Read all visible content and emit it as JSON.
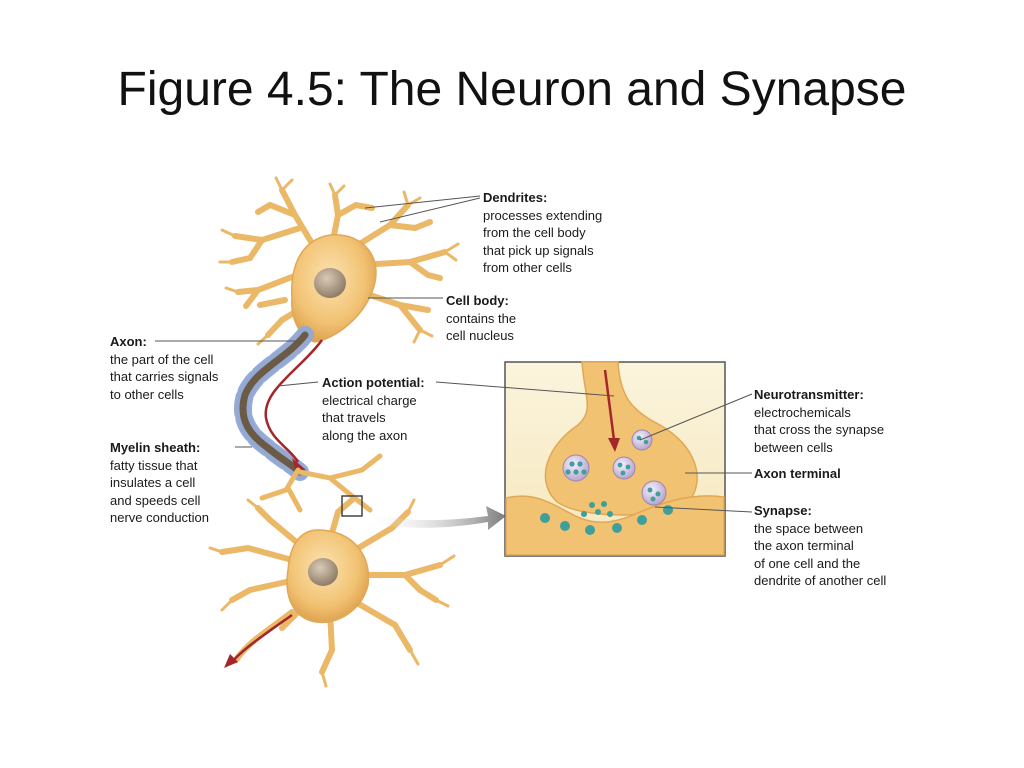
{
  "title": "Figure 4.5: The Neuron and Synapse",
  "labels": {
    "dendrites": {
      "heading": "Dendrites:",
      "text": "processes extending\nfrom the cell body\nthat pick up signals\nfrom other cells"
    },
    "cell_body": {
      "heading": "Cell body:",
      "text": "contains the\ncell nucleus"
    },
    "axon": {
      "heading": "Axon:",
      "text": "the part of the cell\nthat carries signals\nto other cells"
    },
    "action_potential": {
      "heading": "Action potential:",
      "text": "electrical charge\nthat travels\nalong the axon"
    },
    "myelin_sheath": {
      "heading": "Myelin sheath:",
      "text": "fatty tissue that\ninsulates a cell\nand speeds cell\nnerve conduction"
    },
    "neurotransmitter": {
      "heading": "Neurotransmitter:",
      "text": "electrochemicals\nthat cross the synapse\nbetween cells"
    },
    "axon_terminal": {
      "heading": "Axon terminal",
      "text": ""
    },
    "synapse": {
      "heading": "Synapse:",
      "text": "the space between\nthe axon terminal\nof one cell and the\ndendrite of another cell"
    }
  },
  "colors": {
    "neuron_fill": "#f3c77d",
    "neuron_edge": "#d9a24c",
    "nucleus": "#b8a48e",
    "myelin": "#8fa8d8",
    "axon_core": "#6b5a45",
    "arrow_red": "#a3272a",
    "inset_border": "#555555",
    "vesicle": "#3f9f9a",
    "leader_line": "#555555"
  }
}
